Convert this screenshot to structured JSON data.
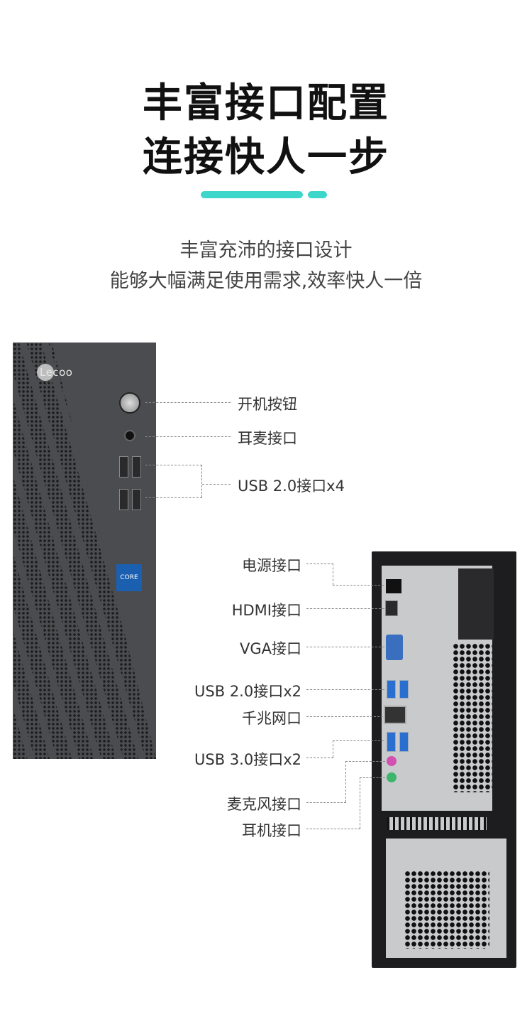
{
  "header": {
    "title_line1": "丰富接口配置",
    "title_line2": "连接快人一步",
    "accent_color": "#3dd6cb"
  },
  "subtitle": {
    "line1": "丰富充沛的接口设计",
    "line2": "能够大幅满足使用需求,效率快人一倍"
  },
  "front": {
    "brand_logo": "Lecoo",
    "badge": "CORE",
    "labels": [
      "开机按钮",
      "耳麦接口",
      "USB 2.0接口x4"
    ]
  },
  "rear": {
    "labels": [
      "电源接口",
      "HDMI接口",
      "VGA接口",
      "USB 2.0接口x2",
      "千兆网口",
      "USB 3.0接口x2",
      "麦克风接口",
      "耳机接口"
    ]
  }
}
